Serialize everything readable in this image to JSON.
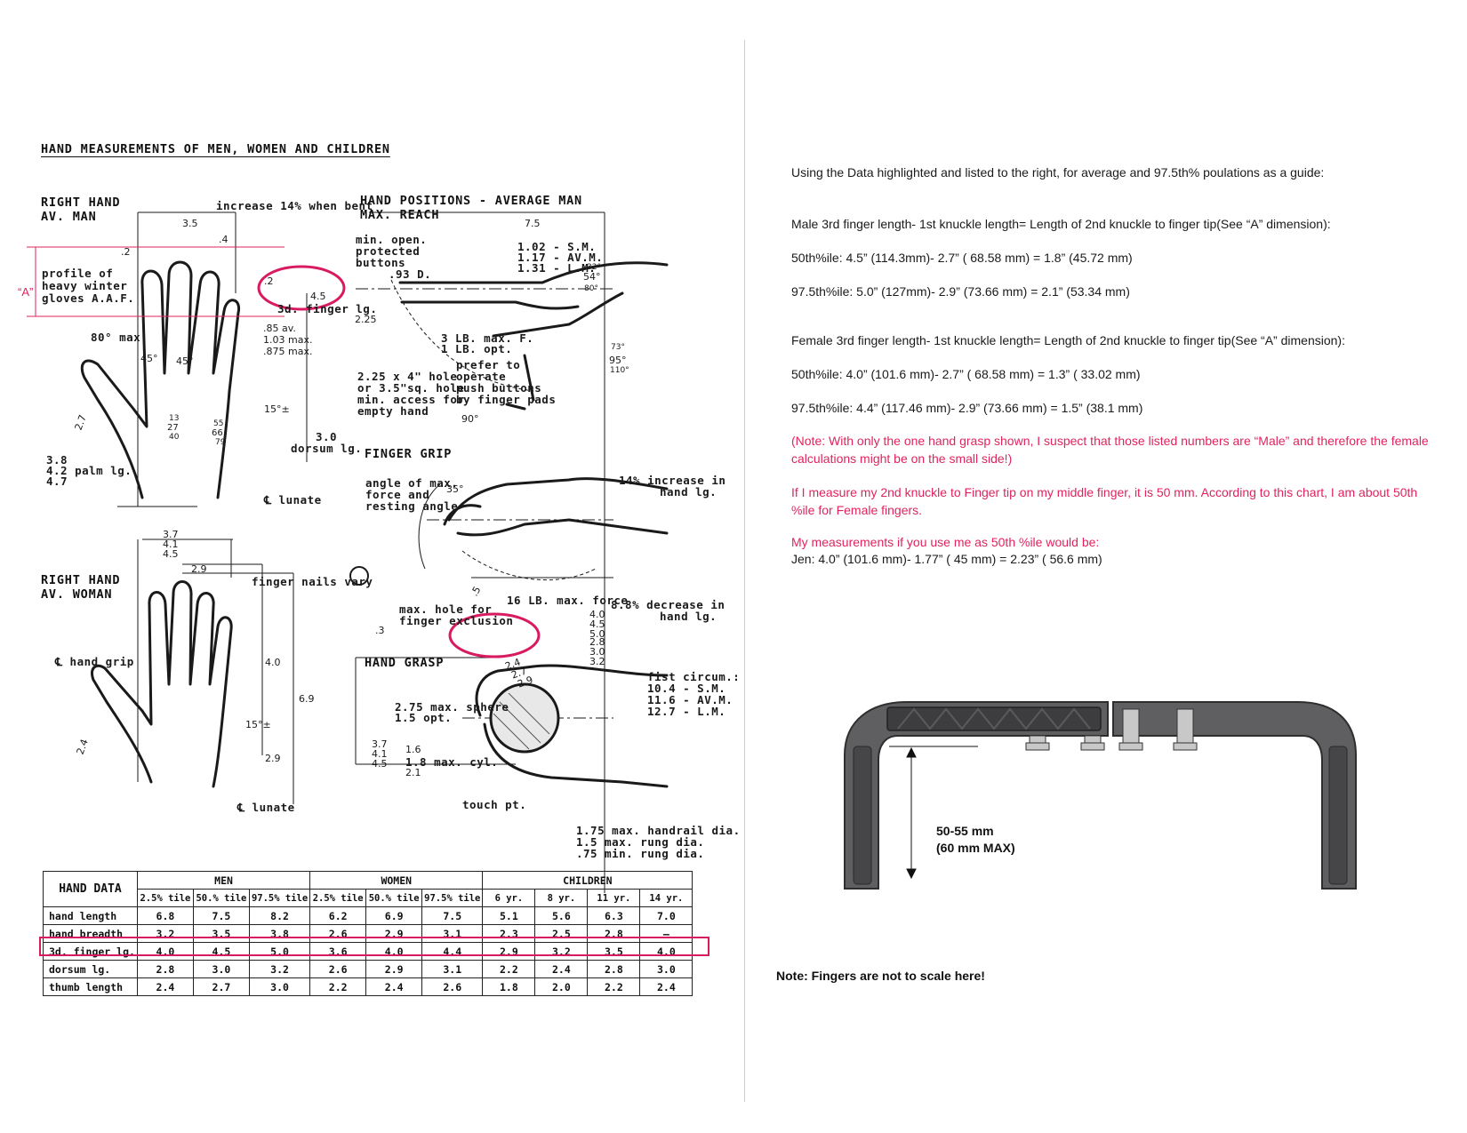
{
  "diagram": {
    "title": "HAND MEASUREMENTS OF MEN, WOMEN AND CHILDREN",
    "a_marker": "“A”",
    "right_hand_man": {
      "heading_1": "RIGHT HAND",
      "heading_2": "AV. MAN",
      "increase_note": "increase 14% when bent",
      "dim_3_5": "3.5",
      "dim_2a": ".2",
      "dim_4": ".4",
      "dim_2b": ".2",
      "gloves_1": "profile of",
      "gloves_2": "heavy winter",
      "gloves_3": "gloves A.A.F.",
      "finger_lg_val": "4.5",
      "finger_lg_label": "3d. finger lg.",
      "max80": "80° max.",
      "deg45a": "45°",
      "deg45b": "45°",
      "w1": ".85 av.",
      "w2": "1.03 max.",
      "w3": ".875 max.",
      "angle15": "15°±",
      "dim_2_7": "2.7",
      "palm_1": "3.8",
      "palm_2": "4.2 palm lg.",
      "palm_3": "4.7",
      "d13": "13",
      "d27": "27",
      "d40": "40",
      "d55": "55",
      "d66": "66",
      "d79": "79",
      "dorsum_val": "3.0",
      "dorsum_label": "dorsum lg.",
      "lunate": "℄ lunate",
      "b1": "3.7",
      "b2": "4.1",
      "b3": "4.5"
    },
    "right_hand_woman": {
      "heading_1": "RIGHT HAND",
      "heading_2": "AV. WOMAN",
      "dim_2_9": "2.9",
      "nails": "finger nails vary",
      "grip": "℄ hand grip",
      "dim_4_0": "4.0",
      "dim_6_9": "6.9",
      "angle15": "15°±",
      "dim_2_4": "2.4",
      "dim_2_9b": "2.9",
      "lunate": "℄ lunate"
    },
    "hand_positions": {
      "heading_1": "HAND POSITIONS - AVERAGE MAN",
      "heading_2": "MAX. REACH",
      "dim_7_5": "7.5",
      "buttons_1": "min. open.",
      "buttons_2": "protected",
      "buttons_3": "buttons",
      "d93": ".93 D.",
      "sizes_1": "1.02 - S.M.",
      "sizes_2": "1.17 - AV.M.",
      "sizes_3": "1.31 - L.M.",
      "a32": "32°",
      "a54": "54°",
      "a80": "80°",
      "d225": "2.25",
      "lb_1": "3 LB. max. F.",
      "lb_2": "1 LB. opt.",
      "a73": "73°",
      "a95": "95°",
      "a110": "110°",
      "hole_1": "2.25 x 4\" hole",
      "hole_2": "or 3.5\"sq. hole",
      "hole_3": "min. access for",
      "hole_4": "empty hand",
      "prefer_1": "prefer to",
      "prefer_2": "operate",
      "prefer_3": "push buttons",
      "prefer_4": "by finger pads",
      "a90": "90°"
    },
    "finger_grip": {
      "heading": "FINGER GRIP",
      "desc_1": "angle of max.",
      "desc_2": "force and",
      "desc_3": "resting angle",
      "a35": "35°",
      "inc_1": "14% increase in",
      "inc_2": "hand lg.",
      "force": "16 LB. max. force",
      "dec_1": "8.8% decrease in",
      "dec_2": "hand lg.",
      "d40": "4.0",
      "d45": "4.5",
      "d50": "5.0",
      "d5": ".5",
      "excl_1": "max. hole for",
      "excl_2": "finger exclusion",
      "d3": ".3"
    },
    "hand_grasp": {
      "heading": "HAND GRASP",
      "g1": "2.4",
      "g2": "2.7",
      "g3": "2.9",
      "c1": "2.8",
      "c2": "3.0",
      "c3": "3.2",
      "fist_1": "fist circum.:",
      "fist_2": "10.4 - S.M.",
      "fist_3": "11.6 - AV.M.",
      "fist_4": "12.7 - L.M.",
      "sphere_1": "2.75 max. sphere",
      "sphere_2": "1.5 opt.",
      "h1": "3.7",
      "h2": "4.1",
      "h3": "4.5",
      "cyl_1": "1.6",
      "cyl_2": "1.8 max. cyl.",
      "cyl_3": "2.1",
      "touch": "touch pt.",
      "rail_1": "1.75 max. handrail dia.",
      "rail_2": "1.5 max. rung dia.",
      "rail_3": ".75 min. rung dia."
    },
    "table": {
      "label": "HAND DATA",
      "groups": [
        "MEN",
        "WOMEN",
        "CHILDREN"
      ],
      "subheaders": [
        "2.5% tile",
        "50.% tile",
        "97.5% tile",
        "2.5% tile",
        "50.% tile",
        "97.5% tile",
        "6 yr.",
        "8 yr.",
        "11 yr.",
        "14 yr."
      ],
      "rows": [
        {
          "label": "hand length",
          "values": [
            "6.8",
            "7.5",
            "8.2",
            "6.2",
            "6.9",
            "7.5",
            "5.1",
            "5.6",
            "6.3",
            "7.0"
          ]
        },
        {
          "label": "hand breadth",
          "values": [
            "3.2",
            "3.5",
            "3.8",
            "2.6",
            "2.9",
            "3.1",
            "2.3",
            "2.5",
            "2.8",
            "—"
          ]
        },
        {
          "label": "3d. finger lg.",
          "values": [
            "4.0",
            "4.5",
            "5.0",
            "3.6",
            "4.0",
            "4.4",
            "2.9",
            "3.2",
            "3.5",
            "4.0"
          ]
        },
        {
          "label": "dorsum lg.",
          "values": [
            "2.8",
            "3.0",
            "3.2",
            "2.6",
            "2.9",
            "3.1",
            "2.2",
            "2.4",
            "2.8",
            "3.0"
          ]
        },
        {
          "label": "thumb length",
          "values": [
            "2.4",
            "2.7",
            "3.0",
            "2.2",
            "2.4",
            "2.6",
            "1.8",
            "2.0",
            "2.2",
            "2.4"
          ]
        }
      ]
    }
  },
  "notes": {
    "intro": "Using the Data highlighted and listed to the right, for average and 97.5th% poulations as a guide:",
    "male_heading": "Male 3rd finger length- 1st knuckle length= Length of 2nd knuckle to finger tip(See “A” dimension):",
    "male_50": "50th%ile:  4.5” (114.3mm)- 2.7” ( 68.58 mm) = 1.8” (45.72 mm)",
    "male_975": "97.5th%ile:  5.0” (127mm)- 2.9” (73.66  mm) = 2.1” (53.34 mm)",
    "female_heading": "Female 3rd finger length- 1st knuckle length= Length of 2nd knuckle to finger tip(See “A” dimension):",
    "female_50": "50th%ile:  4.0” (101.6 mm)- 2.7” ( 68.58 mm) = 1.3” ( 33.02 mm)",
    "female_975": "97.5th%ile:  4.4” (117.46 mm)- 2.9” (73.66  mm) = 1.5” (38.1 mm)",
    "pink_note": "(Note:  With only the one hand grasp shown, I suspect that those listed numbers are “Male” and therefore the female calculations might be on the small side!)",
    "pink_measure": "If I measure my 2nd knuckle to Finger tip on my middle finger, it is 50 mm. According to this chart, I am about 50th %ile for Female fingers.",
    "pink_my": "My measurements if you use me as 50th %ile would be:",
    "jen": "Jen:  4.0” (101.6 mm)- 1.77” ( 45 mm) = 2.23” (  56.6 mm)"
  },
  "handle": {
    "dim_1": "50-55 mm",
    "dim_2": "(60 mm MAX)",
    "footnote": "Note:  Fingers are not to scale here!"
  },
  "colors": {
    "accent_pink": "#e0245e",
    "handle_gray": "#5f5f61"
  }
}
